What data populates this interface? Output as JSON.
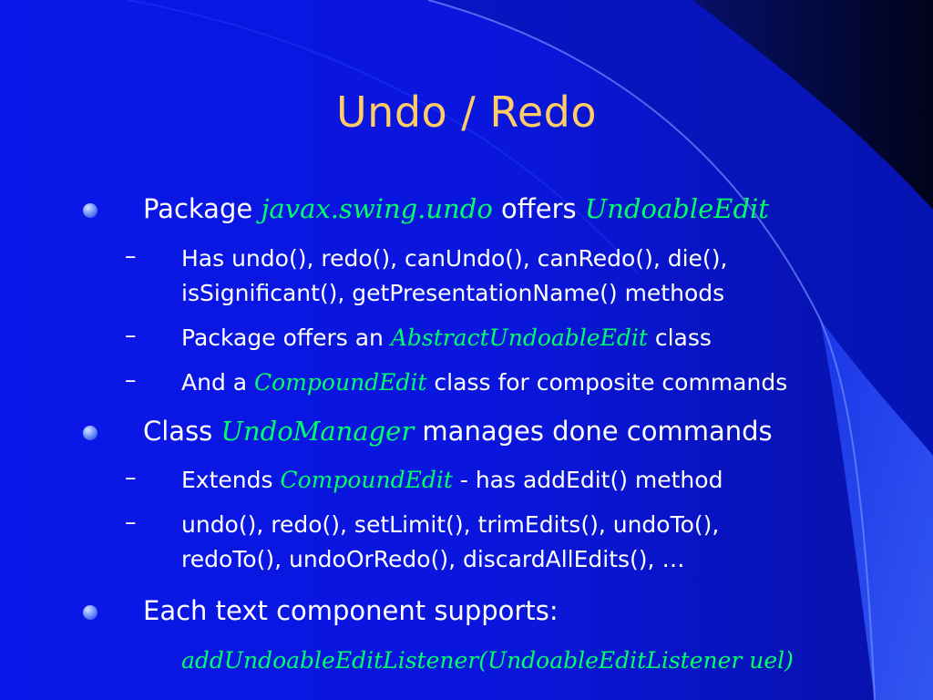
{
  "slide": {
    "title": "Undo / Redo",
    "bullets": [
      {
        "pre": "Package ",
        "code1": "javax.swing.undo",
        "mid": " offers ",
        "code2": "UndoableEdit"
      },
      {
        "pre": "Class ",
        "code1": "UndoManager",
        "post": " manages done commands"
      },
      {
        "text": "Each text component supports:"
      }
    ],
    "subs": {
      "has_undo_line1": "Has undo(), redo(), canUndo(), canRedo(), die(),",
      "has_undo_line2": "isSignificant(), getPresentationName() methods",
      "abstract_pre": "Package offers an ",
      "abstract_code": "AbstractUndoableEdit",
      "abstract_post": " class",
      "compound_pre": "And a ",
      "compound_code": "CompoundEdit",
      "compound_post": " class for composite commands",
      "extends_pre": "Extends ",
      "extends_code": "CompoundEdit",
      "extends_post": " - has addEdit() method",
      "methods_line1": "undo(), redo(), setLimit(), trimEdits(), undoTo(),",
      "methods_line2": "redoTo(), undoOrRedo(), discardAllEdits(), …",
      "listener_code": "addUndoableEditListener(UndoableEditListener uel)"
    },
    "dash_glyph": "–",
    "colors": {
      "background": "#0a14e0",
      "title": "#ffcc66",
      "body_text": "#ffffff",
      "code_text": "#00ff66"
    }
  }
}
